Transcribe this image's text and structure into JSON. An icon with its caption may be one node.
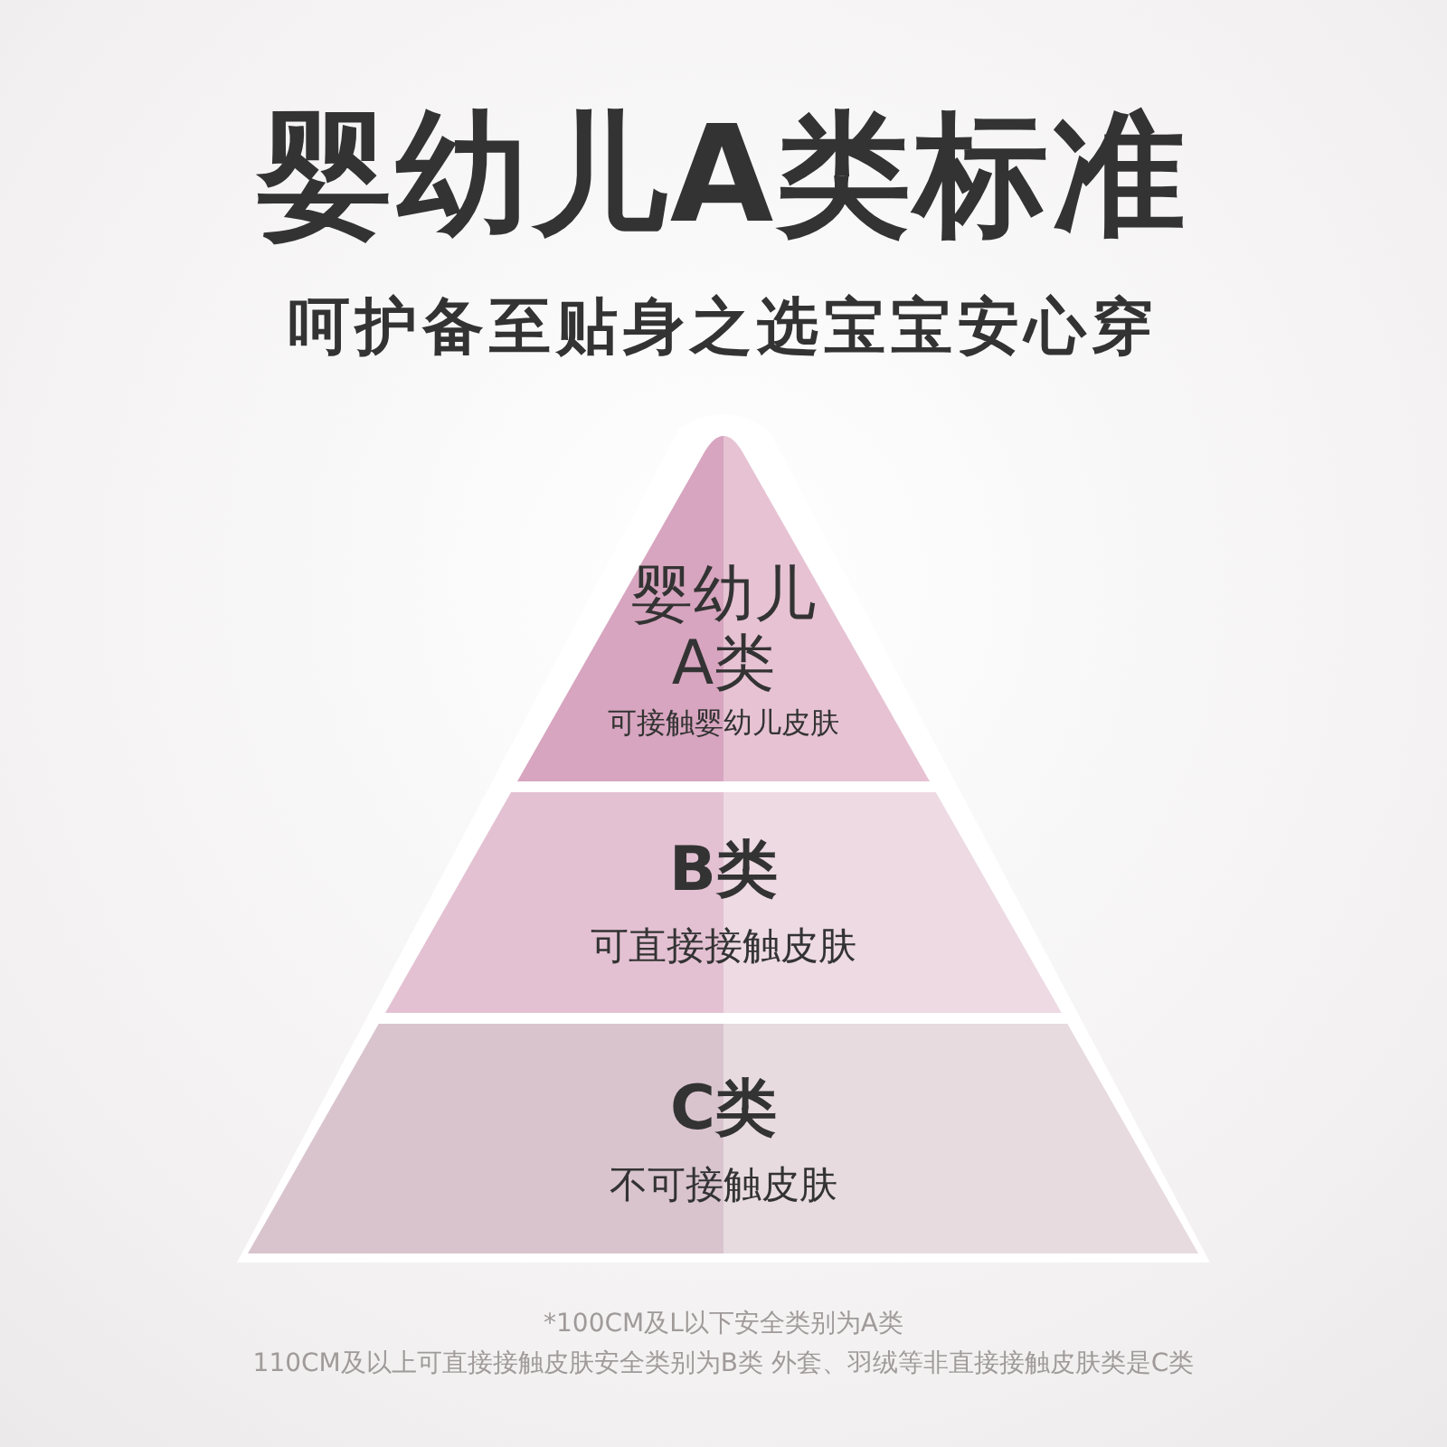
{
  "diagram": {
    "title": "婴幼儿A类标准",
    "nodes": [
      {
        "text": [
          "婴幼儿A类",
          "可接触婴幼儿皮肤"
        ]
      },
      {
        "text": [
          "B类",
          "可直接接触皮肤"
        ]
      },
      {
        "text": [
          "C类",
          "不可接触皮肤"
        ]
      }
    ],
    "labels": [
      "呵护备至贴身之选宝宝安心穿",
      "*100CM及L以下安全类别为A类",
      "110CM及以上可直接接触皮肤安全类别为B类 外套、羽绒等非直接接触皮肤类是C类"
    ]
  }
}
